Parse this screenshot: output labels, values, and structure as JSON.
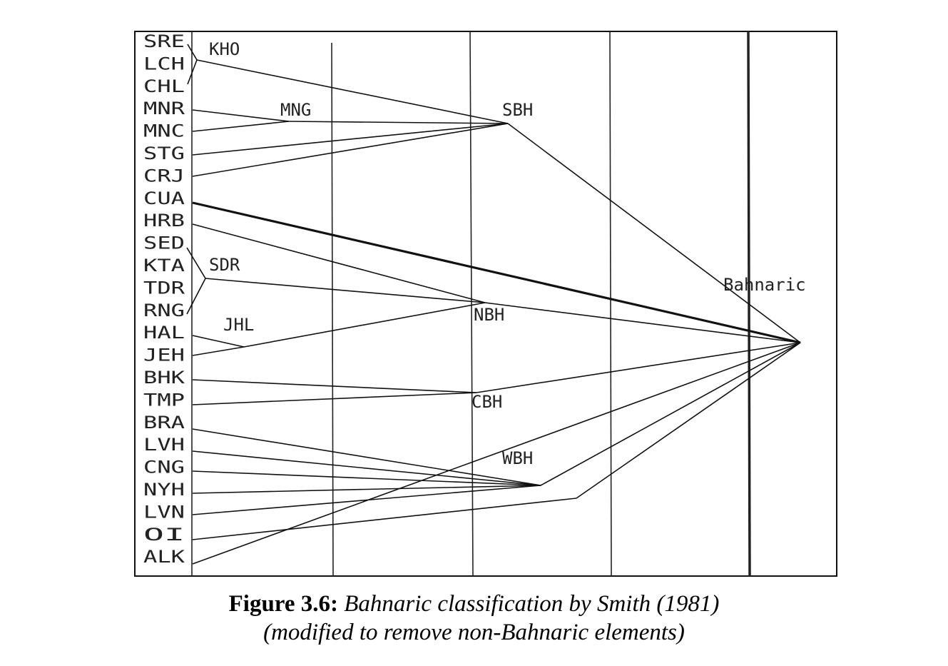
{
  "leaves": [
    "SRE",
    "LCH",
    "CHL",
    "MNR",
    "MNC",
    "STG",
    "CRJ",
    "CUA",
    "HRB",
    "SED",
    "KTA",
    "TDR",
    "RNG",
    "HAL",
    "JEH",
    "BHK",
    "TMP",
    "BRA",
    "LVH",
    "CNG",
    "NYH",
    "LVN",
    "OI",
    "ALK"
  ],
  "nodes": {
    "kho": "KHO",
    "mng": "MNG",
    "sbh": "SBH",
    "sdr": "SDR",
    "jhl": "JHL",
    "nbh": "NBH",
    "cbh": "CBH",
    "wbh": "WBH",
    "root": "Bahnaric"
  },
  "caption": {
    "label": "Figure 3.6:",
    "title": "Bahnaric classification by Smith (1981)",
    "subtitle": "(modified to remove non-Bahnaric elements)"
  }
}
